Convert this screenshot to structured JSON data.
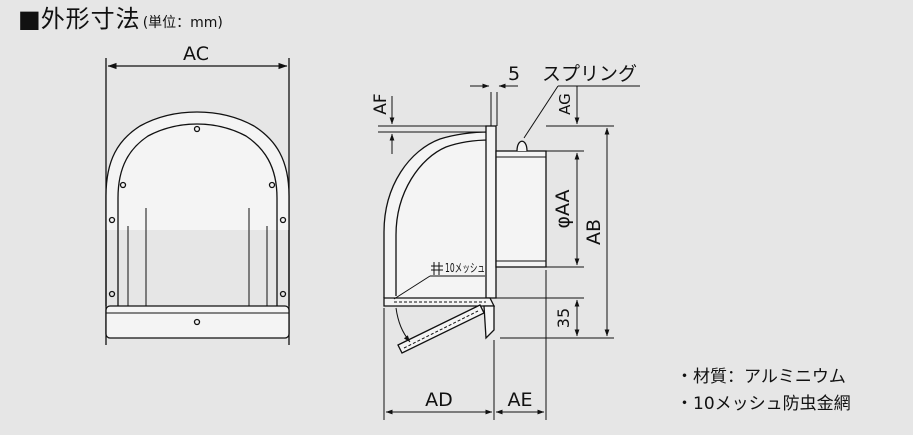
{
  "title": {
    "square": "■",
    "main": "外形寸法",
    "unit": "(単位：mm)"
  },
  "labels": {
    "ac": "AC",
    "af": "AF",
    "five": "5",
    "spring": "スプリング",
    "ag": "AG",
    "phi_aa": "φAA",
    "ab": "AB",
    "mesh": "10メッシュ",
    "thirty_five": "35",
    "ad": "AD",
    "ae": "AE"
  },
  "notes": [
    "・材質：アルミニウム",
    "・10メッシュ防虫金網"
  ],
  "colors": {
    "background": "#e6e6e6",
    "line": "#111111",
    "metal": "#f4f4f4"
  }
}
